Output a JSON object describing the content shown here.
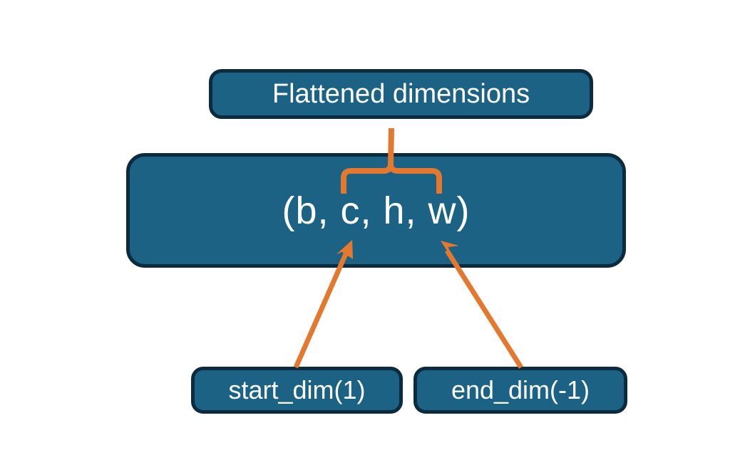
{
  "diagram": {
    "title": "Flatten dimensions diagram",
    "background_color": "#ffffff",
    "node_fill_color": "#1b6285",
    "node_border_color": "#0d2b3e",
    "node_text_color": "#ffffff",
    "connector_color": "#e3782e"
  },
  "nodes": {
    "flattened": {
      "label": "Flattened dimensions",
      "role": "annotation-box-top"
    },
    "shape": {
      "label": "(b, c, h, w)",
      "role": "tensor-shape-box"
    },
    "start_dim": {
      "label": "start_dim(1)",
      "role": "argument-box-left"
    },
    "end_dim": {
      "label": "end_dim(-1)",
      "role": "argument-box-right"
    }
  },
  "connectors": [
    {
      "name": "brace-over-chw",
      "type": "curly-brace",
      "from": "shape.c..shape.w",
      "to": "flattened",
      "color": "#e3782e"
    },
    {
      "name": "arrow-start-dim-to-c",
      "type": "arrow",
      "from": "start_dim",
      "to": "shape.c",
      "color": "#e3782e"
    },
    {
      "name": "arrow-end-dim-to-w",
      "type": "arrow",
      "from": "end_dim",
      "to": "shape.w",
      "color": "#e3782e"
    }
  ]
}
